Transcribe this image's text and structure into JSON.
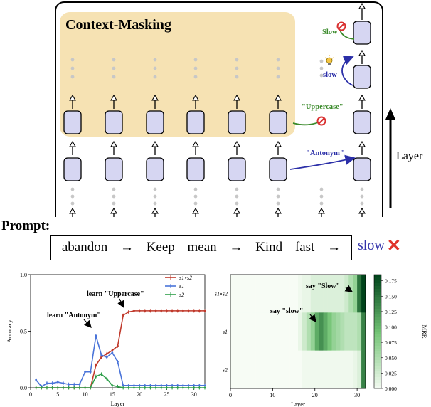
{
  "diagram": {
    "context_title": "Context-Masking",
    "layer_label": "Layer",
    "prompt_label": "Prompt:",
    "prompt_tokens": [
      "abandon",
      "→",
      "Keep",
      "mean",
      "→",
      "Kind",
      "fast",
      "→"
    ],
    "prediction": "slow",
    "prediction_mark": "✕",
    "annotations": {
      "slow_top": "Slow",
      "slow_mid": "slow",
      "uppercase": "\"Uppercase\"",
      "antonym": "\"Antonym\""
    },
    "colors": {
      "context_bg": "#f6e2b3",
      "node_fill": "#d6d6f2",
      "green_arrow": "#3a8a2a",
      "blue_arrow": "#2b2fa8",
      "stop_red": "#d93030",
      "pred_blue": "#3333aa"
    }
  },
  "chart_data": [
    {
      "type": "line",
      "xlabel": "Layer",
      "ylabel": "Accuracy",
      "xlim": [
        0,
        32
      ],
      "ylim": [
        0,
        1.0
      ],
      "xticks": [
        0,
        5,
        10,
        15,
        20,
        25,
        30
      ],
      "yticks": [
        0.0,
        0.5,
        1.0
      ],
      "legend_position": "top-right",
      "x": [
        1,
        2,
        3,
        4,
        5,
        6,
        7,
        8,
        9,
        10,
        11,
        12,
        13,
        14,
        15,
        16,
        17,
        18,
        19,
        20,
        21,
        22,
        23,
        24,
        25,
        26,
        27,
        28,
        29,
        30,
        31,
        32
      ],
      "series": [
        {
          "name": "s1∘s2",
          "color": "#c0392b",
          "values": [
            0,
            0,
            0,
            0,
            0,
            0,
            0,
            0,
            0,
            0,
            0,
            0.2,
            0.27,
            0.3,
            0.33,
            0.37,
            0.64,
            0.67,
            0.68,
            0.68,
            0.68,
            0.68,
            0.68,
            0.68,
            0.68,
            0.68,
            0.68,
            0.68,
            0.68,
            0.68,
            0.68,
            0.68
          ]
        },
        {
          "name": "s1",
          "color": "#4a74d9",
          "values": [
            0.07,
            0.01,
            0.04,
            0.04,
            0.05,
            0.04,
            0.03,
            0.03,
            0.03,
            0.14,
            0.14,
            0.46,
            0.29,
            0.27,
            0.31,
            0.23,
            0.02,
            0.02,
            0.02,
            0.02,
            0.02,
            0.02,
            0.02,
            0.02,
            0.02,
            0.02,
            0.02,
            0.02,
            0.02,
            0.02,
            0.02,
            0.02
          ]
        },
        {
          "name": "s2",
          "color": "#2e9e4a",
          "values": [
            0,
            0,
            0,
            0,
            0,
            0,
            0,
            0,
            0,
            0,
            0,
            0.1,
            0.12,
            0.08,
            0.02,
            0.01,
            0,
            0,
            0,
            0,
            0,
            0,
            0,
            0,
            0,
            0,
            0,
            0,
            0,
            0,
            0,
            0
          ]
        }
      ],
      "annotations": [
        "learn \"Antonym\"",
        "learn \"Uppercase\""
      ]
    },
    {
      "type": "heatmap",
      "xlabel": "Layer",
      "rows": [
        "s1∘s2",
        "s1",
        "s2"
      ],
      "xlim": [
        0,
        32
      ],
      "xticks": [
        0,
        10,
        20,
        30
      ],
      "colorbar_label": "MRR",
      "colorbar_ticks": [
        0.0,
        0.025,
        0.05,
        0.075,
        0.1,
        0.125,
        0.15,
        0.175
      ],
      "color_low": "#f7fcf5",
      "color_high": "#00441b",
      "values": [
        [
          0,
          0,
          0,
          0,
          0,
          0,
          0,
          0,
          0,
          0,
          0,
          0,
          0,
          0,
          0,
          0,
          0.005,
          0.01,
          0.01,
          0.02,
          0.02,
          0.02,
          0.02,
          0.02,
          0.02,
          0.02,
          0.02,
          0.03,
          0.05,
          0.07,
          0.15,
          0.19
        ],
        [
          0,
          0,
          0,
          0,
          0,
          0,
          0,
          0,
          0,
          0,
          0,
          0,
          0,
          0,
          0,
          0,
          0.01,
          0.03,
          0.05,
          0.07,
          0.11,
          0.13,
          0.11,
          0.09,
          0.07,
          0.06,
          0.05,
          0.04,
          0.04,
          0.04,
          0.05,
          0.14
        ],
        [
          0,
          0,
          0,
          0,
          0,
          0,
          0,
          0,
          0,
          0,
          0,
          0,
          0,
          0,
          0,
          0,
          0,
          0.005,
          0.005,
          0.005,
          0.005,
          0.005,
          0.005,
          0.005,
          0.005,
          0.005,
          0.005,
          0.005,
          0.005,
          0.01,
          0.02,
          0.14
        ]
      ],
      "annotations": [
        "say \"Slow\"",
        "say \"slow\""
      ]
    }
  ]
}
